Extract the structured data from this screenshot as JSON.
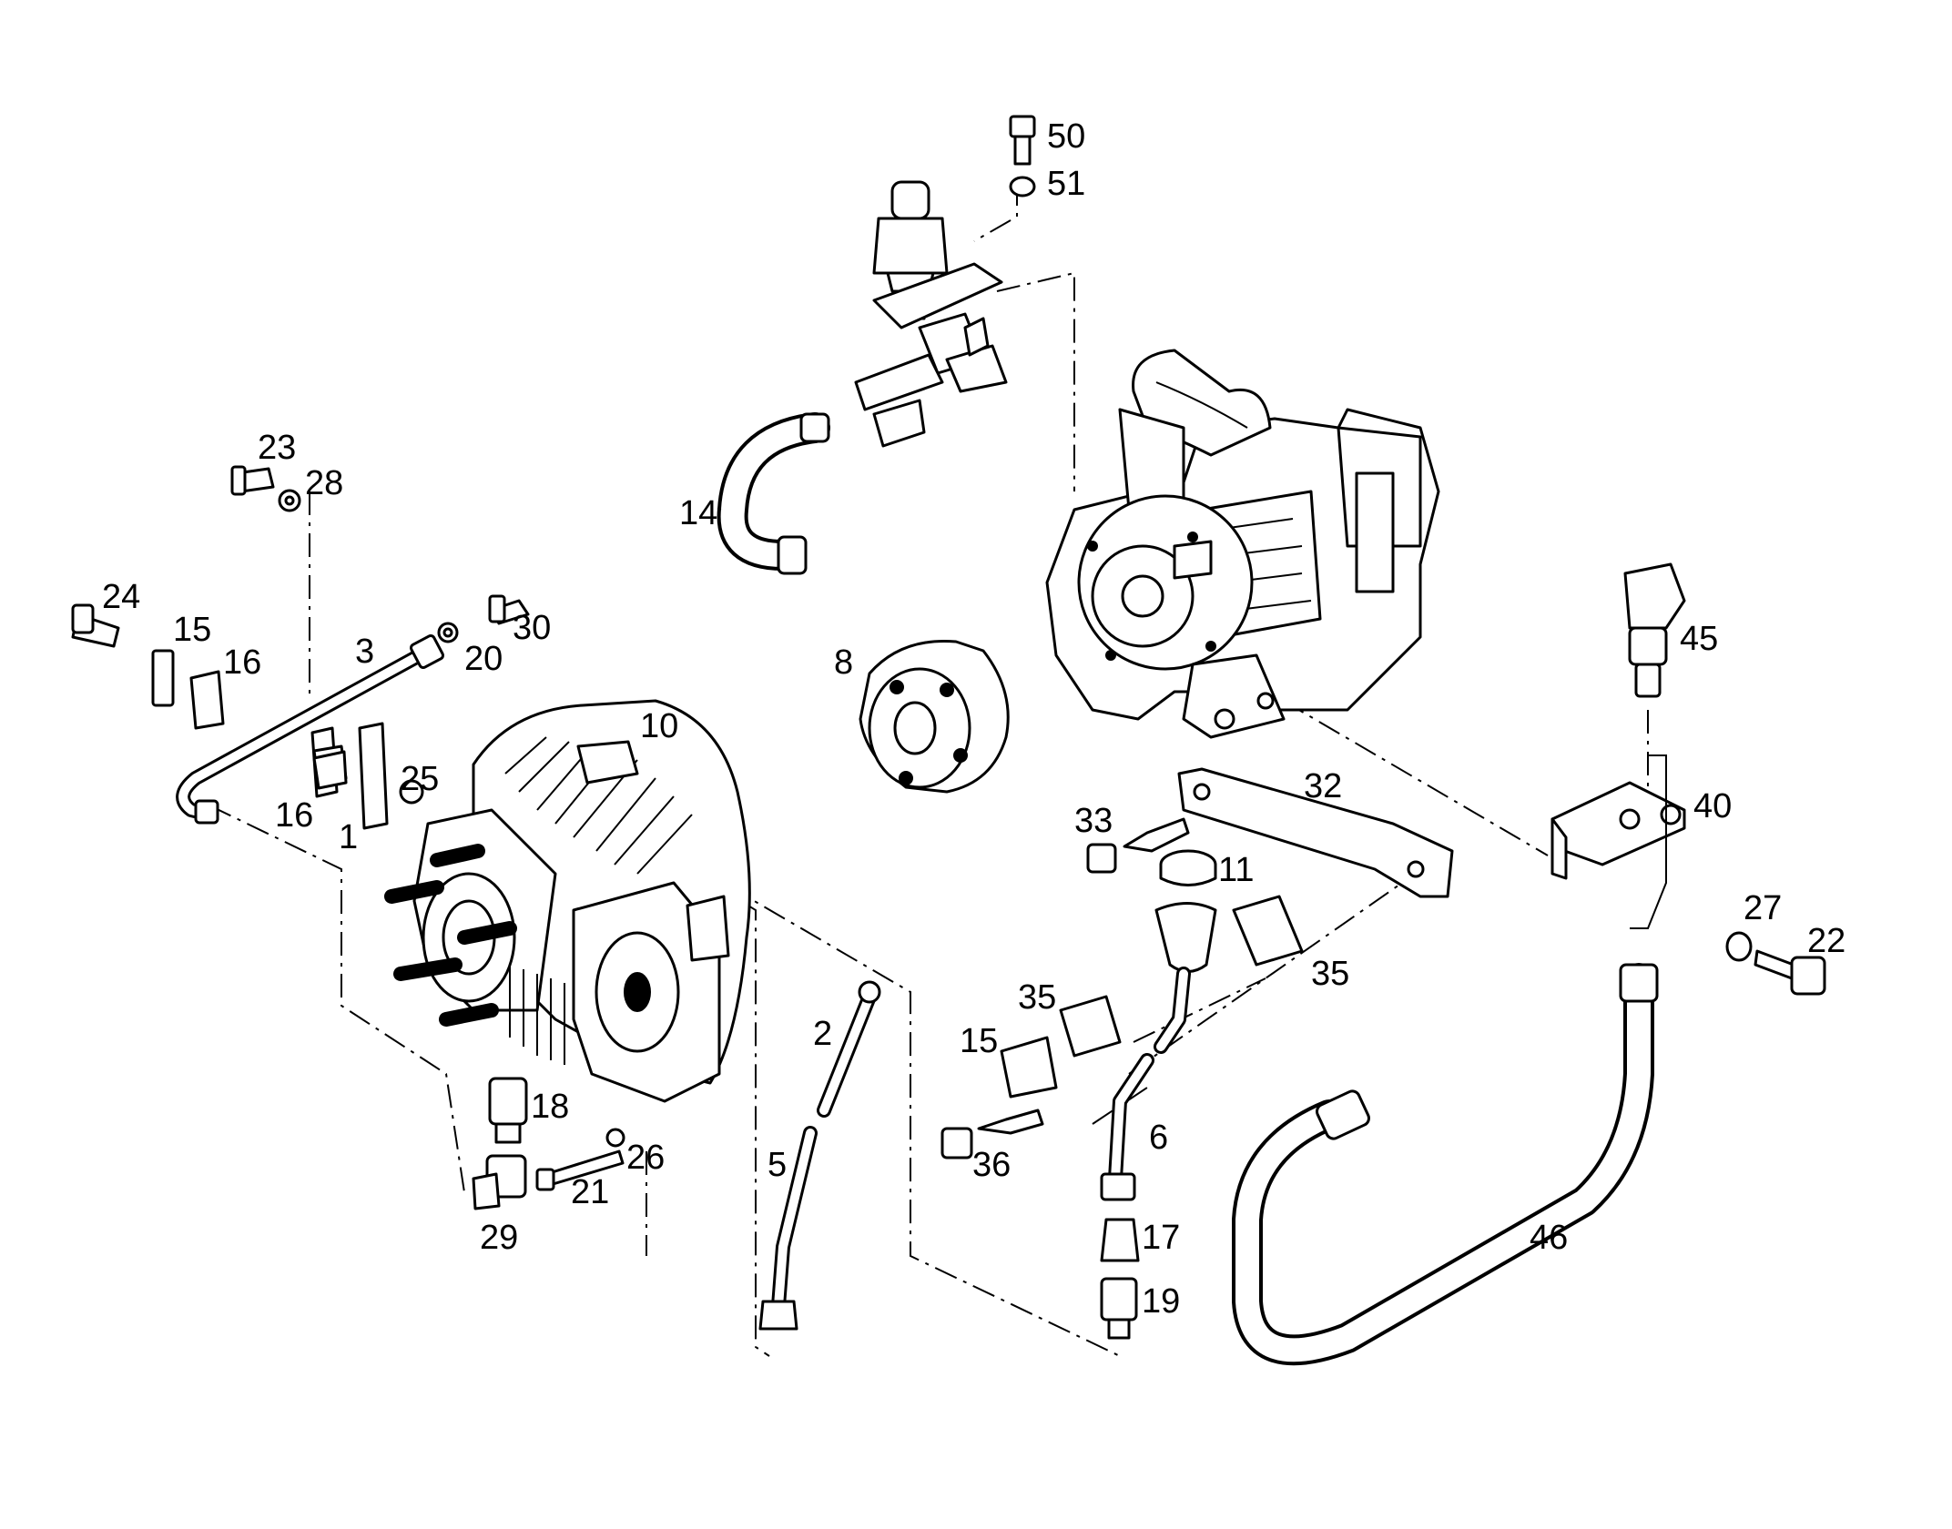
{
  "callouts": {
    "c1": "1",
    "c2": "2",
    "c3": "3",
    "c5": "5",
    "c6": "6",
    "c8": "8",
    "c10": "10",
    "c11": "11",
    "c14": "14",
    "c15a": "15",
    "c15b": "15",
    "c16a": "16",
    "c16b": "16",
    "c17": "17",
    "c18": "18",
    "c19": "19",
    "c20": "20",
    "c21": "21",
    "c22": "22",
    "c23": "23",
    "c24": "24",
    "c25": "25",
    "c26": "26",
    "c27": "27",
    "c28": "28",
    "c29": "29",
    "c30": "30",
    "c32": "32",
    "c33": "33",
    "c35a": "35",
    "c35b": "35",
    "c36": "36",
    "c40": "40",
    "c45": "45",
    "c46": "46",
    "c50": "50",
    "c51": "51"
  }
}
